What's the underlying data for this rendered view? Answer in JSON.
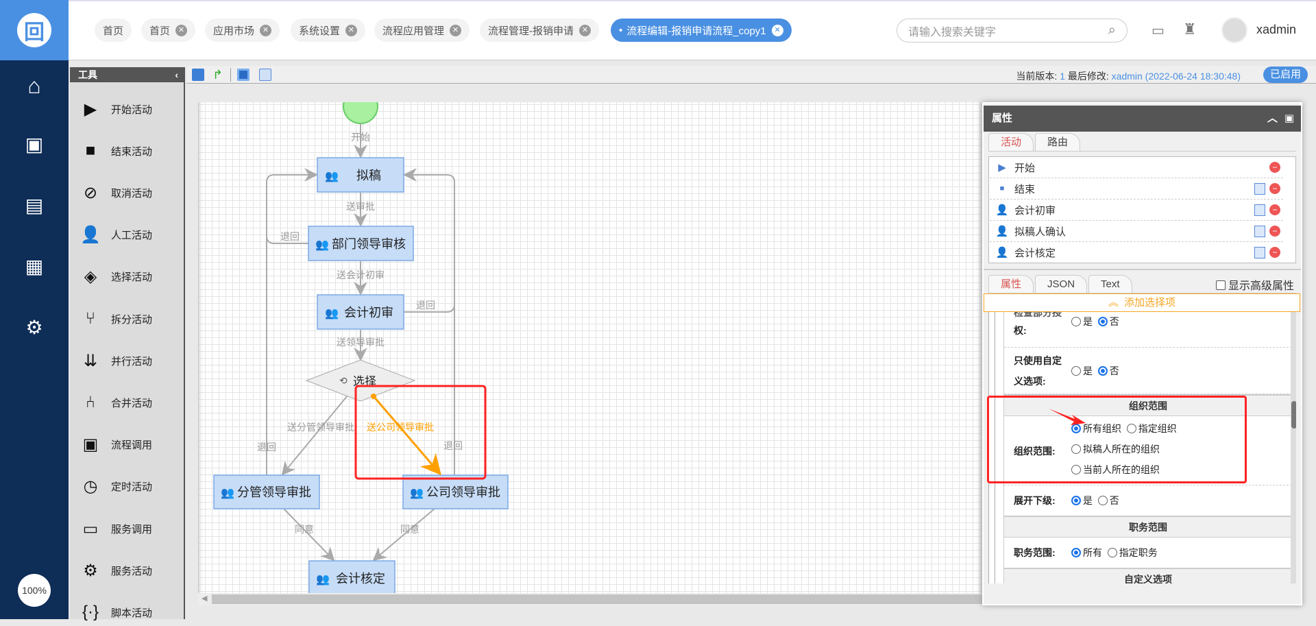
{
  "nav": {
    "logo_icon": "app-logo",
    "items": [
      {
        "icon": "home-icon"
      },
      {
        "icon": "monitor-user-icon"
      },
      {
        "icon": "news-icon"
      },
      {
        "icon": "calendar-icon"
      },
      {
        "icon": "user-settings-icon"
      }
    ],
    "zoom": "100%"
  },
  "tabs": [
    {
      "label": "首页",
      "closable": false
    },
    {
      "label": "首页",
      "closable": true
    },
    {
      "label": "应用市场",
      "closable": true
    },
    {
      "label": "系统设置",
      "closable": true
    },
    {
      "label": "流程应用管理",
      "closable": true
    },
    {
      "label": "流程管理-报销申请",
      "closable": true
    },
    {
      "label": "流程编辑-报销申请流程_copy1",
      "closable": true,
      "active": true
    }
  ],
  "search": {
    "placeholder": "请输入搜索关键字"
  },
  "user": {
    "name": "xadmin"
  },
  "tools": {
    "title": "工具",
    "items": [
      "开始活动",
      "结束活动",
      "取消活动",
      "人工活动",
      "选择活动",
      "拆分活动",
      "并行活动",
      "合并活动",
      "流程调用",
      "定时活动",
      "服务调用",
      "服务活动",
      "脚本活动"
    ]
  },
  "toolbar": {
    "version_label": "当前版本:",
    "version": "1",
    "modified_label": "最后修改:",
    "modified_by": "xadmin (2022-06-24 18:30:48)",
    "status": "已启用"
  },
  "diagram": {
    "nodes": [
      "拟稿",
      "部门领导审核",
      "会计初审",
      "选择",
      "分管领导审批",
      "公司领导审批",
      "会计核定"
    ],
    "edges": [
      "开始",
      "送审批",
      "送会计初审",
      "送领导审批",
      "退回",
      "退回",
      "送分管领导审批",
      "送公司领导审批",
      "退回",
      "退回",
      "同意",
      "同意"
    ],
    "highlight_color": "#ffa000"
  },
  "props": {
    "title": "属性",
    "top_tabs": [
      "活动",
      "路由"
    ],
    "activities": [
      "开始",
      "结束",
      "会计初审",
      "拟稿人确认",
      "会计核定"
    ],
    "bottom_tabs": [
      "属性",
      "JSON",
      "Text"
    ],
    "advanced": "显示高级属性",
    "add_option": "添加选择项",
    "form": {
      "row1_label": "权:",
      "row1_label_top": "检查部分授",
      "yes": "是",
      "no": "否",
      "row2_label1": "只使用自定",
      "row2_label2": "义选项:",
      "org_section": "组织范围",
      "org_label": "组织范围:",
      "org_opts": [
        "所有组织",
        "指定组织",
        "拟稿人所在的组织",
        "当前人所在的组织"
      ],
      "expand_label": "展开下级:",
      "duty_section": "职务范围",
      "duty_label": "职务范围:",
      "duty_opts": [
        "所有",
        "指定职务"
      ],
      "custom_section": "自定义选项"
    }
  }
}
